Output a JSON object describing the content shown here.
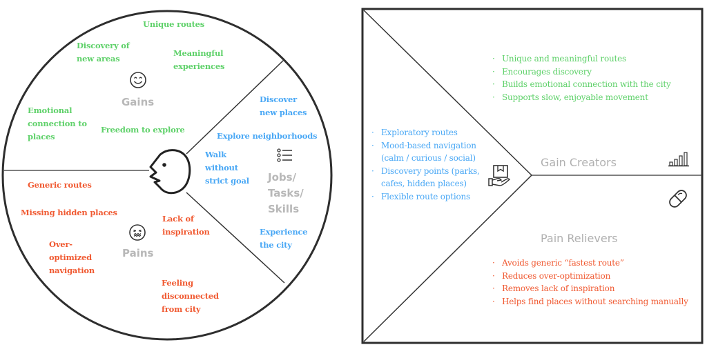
{
  "customer_profile": {
    "gains": {
      "title": "Gains",
      "icon": "smiling-face-icon",
      "items": [
        "Unique routes",
        "Discovery of new areas",
        "Meaningful experiences",
        "Emotional connection to places",
        "Freedom to explore"
      ]
    },
    "pains": {
      "title": "Pains",
      "icon": "grimacing-face-icon",
      "items": [
        "Generic routes",
        "Missing hidden places",
        "Over-optimized navigation",
        "Lack of inspiration",
        "Feeling disconnected from city"
      ]
    },
    "jobs": {
      "title": "Jobs/ Tasks/ Skills",
      "title_lines": [
        "Jobs/",
        "Tasks/",
        "Skills"
      ],
      "icon": "list-icon",
      "items": [
        "Discover new places",
        "Explore neighborhoods",
        "Walk without strict goal",
        "Experience the city"
      ]
    },
    "center_icon": "person-head-icon"
  },
  "value_map": {
    "gain_creators": {
      "title": "Gain Creators",
      "icon": "bar-chart-icon",
      "items": [
        "Unique and meaningful routes",
        "Encourages discovery",
        "Builds emotional connection with the city",
        "Supports slow, enjoyable movement"
      ]
    },
    "pain_relievers": {
      "title": "Pain Relievers",
      "icon": "pill-icon",
      "items": [
        "Avoids generic “fastest route”",
        "Reduces over-optimization",
        "Removes lack of inspiration",
        "Helps find places without searching manually"
      ]
    },
    "products_services": {
      "icon": "hand-with-box-icon",
      "items": [
        "Exploratory routes",
        "Mood-based navigation (calm / curious / social)",
        "Discovery points (parks, cafes, hidden places)",
        "Flexible route options"
      ],
      "item_lines": [
        [
          "Exploratory routes"
        ],
        [
          "Mood-based navigation",
          "(calm / curious / social)"
        ],
        [
          "Discovery points (parks,",
          "cafes, hidden places)"
        ],
        [
          "Flexible route options"
        ]
      ]
    }
  },
  "colors": {
    "gain": "#5fd16a",
    "job": "#4aa8f5",
    "pain": "#f05a32",
    "label": "#b8b8b8",
    "stroke": "#2e2e2e"
  }
}
